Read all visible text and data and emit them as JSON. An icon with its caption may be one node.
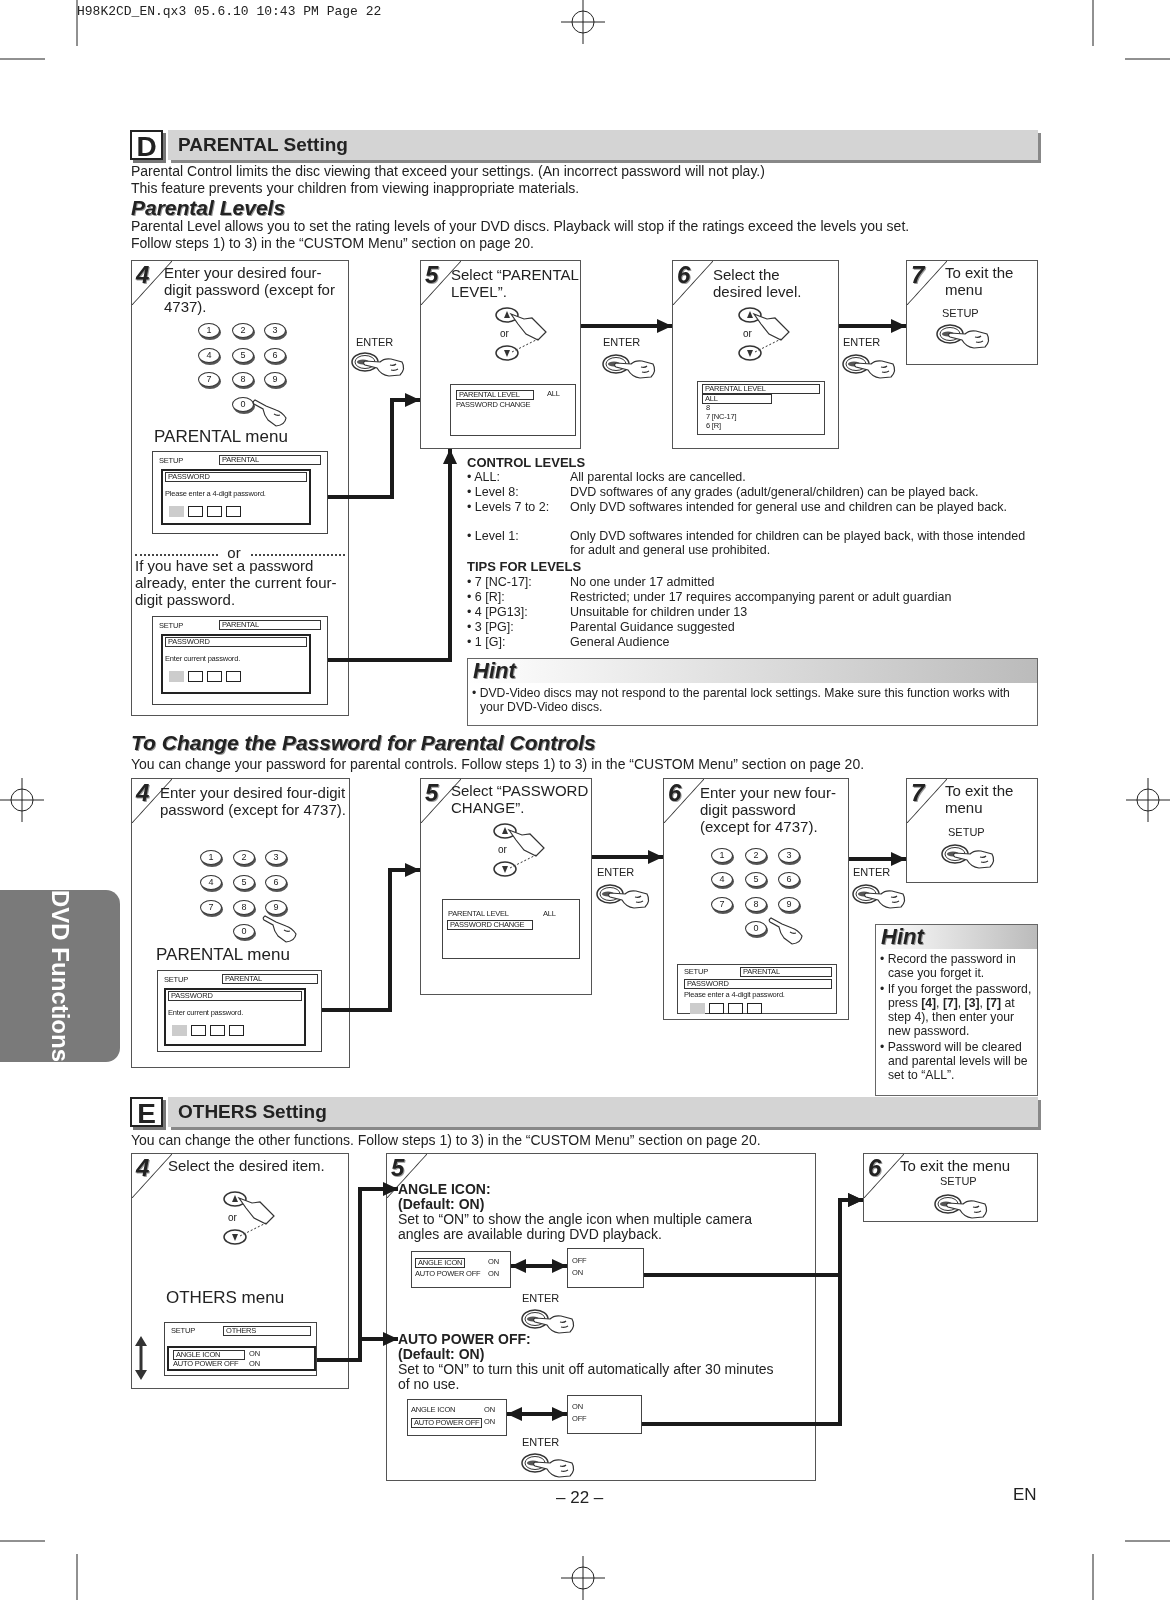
{
  "diagram": {
    "nodes": [
      {
        "text": [
          "4",
          "Enter your desired four-digit password (except for 4737).",
          "PARENTAL menu",
          "If you have set a password already, enter the current four-digit password."
        ]
      },
      {
        "text": [
          "SETUP",
          "PARENTAL",
          "PASSWORD",
          "Please enter a 4-digit password."
        ],
        "in": 0
      },
      {
        "text": [
          "SETUP",
          "PARENTAL",
          "PASSWORD",
          "Enter current password."
        ],
        "in": 0
      },
      {
        "text": [
          "5",
          "Select “PARENTAL LEVEL”."
        ]
      },
      {
        "text": [
          "PARENTAL LEVEL",
          "ALL",
          "PASSWORD CHANGE"
        ],
        "in": 3
      },
      {
        "text": [
          "6",
          "Select the desired level."
        ]
      },
      {
        "text": [
          "PARENTAL LEVEL",
          "ALL",
          "8",
          "7 [NC-17]",
          "6 [R]"
        ],
        "in": 5
      },
      {
        "text": [
          "7",
          "To exit the menu"
        ]
      },
      {
        "text": [
          "Hint",
          "• DVD-Video discs may not respond to the parental lock settings. Make sure this function works with your DVD-Video discs."
        ]
      },
      {
        "text": [
          "4",
          "Enter your desired four-digit password (except for 4737).",
          "PARENTAL menu"
        ]
      },
      {
        "text": [
          "SETUP",
          "PARENTAL",
          "PASSWORD",
          "Enter current password."
        ],
        "in": 9
      },
      {
        "text": [
          "5",
          "Select “PASSWORD CHANGE”."
        ]
      },
      {
        "text": [
          "PARENTAL LEVEL",
          "ALL",
          "PASSWORD CHANGE"
        ],
        "in": 11
      },
      {
        "text": [
          "6",
          "Enter your new four-digit password (except for 4737)."
        ]
      },
      {
        "text": [
          "SETUP",
          "PARENTAL",
          "PASSWORD",
          "Please enter a 4-digit password."
        ],
        "in": 13
      },
      {
        "text": [
          "7",
          "To exit the menu"
        ]
      },
      {
        "text": [
          "Hint",
          "• Record the password in case you forget it.",
          "• If you forget the password, press **[4]**, **[7]**, **[3]**, **[7]** at step 4), then enter your new password.",
          "• Password will be cleared and parental levels will be set to “ALL”."
        ]
      },
      {
        "text": [
          "4",
          "Select the desired item.",
          "OTHERS menu"
        ]
      },
      {
        "text": [
          "SETUP",
          "OTHERS",
          "ANGLE ICON",
          "ON",
          "AUTO POWER OFF",
          "ON"
        ],
        "in": 17
      },
      {
        "text": [
          "5"
        ]
      },
      {
        "text": [
          "ANGLE ICON:",
          "(Default: ON)",
          "Set to “ON” to show the angle icon when multiple camera angles are available during DVD playback."
        ],
        "in": 19
      },
      {
        "text": [
          "ANGLE ICON",
          "ON",
          "AUTO POWER OFF",
          "ON"
        ],
        "in": 19
      },
      {
        "text": [
          "OFF",
          "ON"
        ],
        "in": 19
      },
      {
        "text": [
          "AUTO POWER OFF:",
          "(Default: ON)",
          "Set to “ON” to turn this unit off automatically after 30 minutes of no use."
        ],
        "in": 19
      },
      {
        "text": [
          "ANGLE ICON",
          "ON",
          "AUTO POWER OFF",
          "ON"
        ],
        "in": 19
      },
      {
        "text": [
          "ON",
          "OFF"
        ],
        "in": 19
      },
      {
        "text": [
          "6",
          "To exit the menu"
        ]
      }
    ],
    "edges": [
      {
        "from": 1,
        "to": 3,
        "arrow": "to"
      },
      {
        "from": 2,
        "to": 3,
        "arrow": "to"
      },
      {
        "from": 3,
        "to": 5,
        "arrow": "to"
      },
      {
        "from": 5,
        "to": 7,
        "arrow": "to"
      },
      {
        "from": 10,
        "to": 11,
        "arrow": "to"
      },
      {
        "from": 11,
        "to": 13,
        "arrow": "to"
      },
      {
        "from": 13,
        "to": 15,
        "arrow": "to"
      },
      {
        "from": 18,
        "to": 20,
        "arrow": "to"
      },
      {
        "from": 21,
        "to": 22,
        "arrow": "both"
      },
      {
        "from": 18,
        "to": 23,
        "arrow": "to"
      },
      {
        "from": 24,
        "to": 25,
        "arrow": "both"
      },
      {
        "from": 22,
        "to": 26,
        "arrow": "to"
      },
      {
        "from": 25,
        "to": 26,
        "arrow": "to"
      }
    ],
    "labels": [
      "H98K2CD_EN.qx3 05.6.10 10:43 PM Page 22",
      "D",
      "PARENTAL Setting",
      "Parental Control limits the disc viewing that exceed your settings. (An incorrect password will not play.)",
      "This feature prevents your children from viewing inappropriate materials.",
      "Parental Levels",
      "Parental Level allows you to set the rating levels of your DVD discs. Playback will stop if the ratings exceed the levels you set.",
      "Follow steps 1) to 3) in the “CUSTOM Menu” section on page 20.",
      "1",
      "2",
      "3",
      "4",
      "5",
      "6",
      "7",
      "8",
      "9",
      "0",
      "or",
      "ENTER",
      "or",
      "ENTER",
      "or",
      "ENTER",
      "SETUP",
      "CONTROL LEVELS",
      "• ALL:",
      "All parental locks are cancelled.",
      "• Level 8:",
      "DVD softwares of any grades (adult/general/children) can be played back.",
      "• Levels 7 to 2:",
      "Only DVD softwares intended for general use and children can be played back.",
      "• Level 1:",
      "Only DVD softwares intended for children can be played back, with those intended for adult and general use prohibited.",
      "TIPS FOR LEVELS",
      "• 7 [NC-17]:",
      "No one under 17 admitted",
      "• 6 [R]:",
      "Restricted; under 17 requires accompanying parent or adult guardian",
      "• 4 [PG13]:",
      "Unsuitable for children under 13",
      "• 3 [PG]:",
      "Parental Guidance suggested",
      "• 1 [G]:",
      "General Audience",
      "To Change the Password for Parental Controls",
      "You can change your password for parental controls. Follow steps 1) to 3) in the “CUSTOM Menu” section on page 20.",
      "1",
      "2",
      "3",
      "4",
      "5",
      "6",
      "7",
      "8",
      "9",
      "0",
      "or",
      "ENTER",
      "1",
      "2",
      "3",
      "4",
      "5",
      "6",
      "7",
      "8",
      "9",
      "0",
      "ENTER",
      "SETUP",
      "DVD Functions",
      "E",
      "OTHERS Setting",
      "You can change the other functions. Follow steps 1) to 3) in the “CUSTOM Menu” section on page 20.",
      "or",
      "ENTER",
      "ENTER",
      "SETUP",
      "– 22 –",
      "EN"
    ]
  }
}
